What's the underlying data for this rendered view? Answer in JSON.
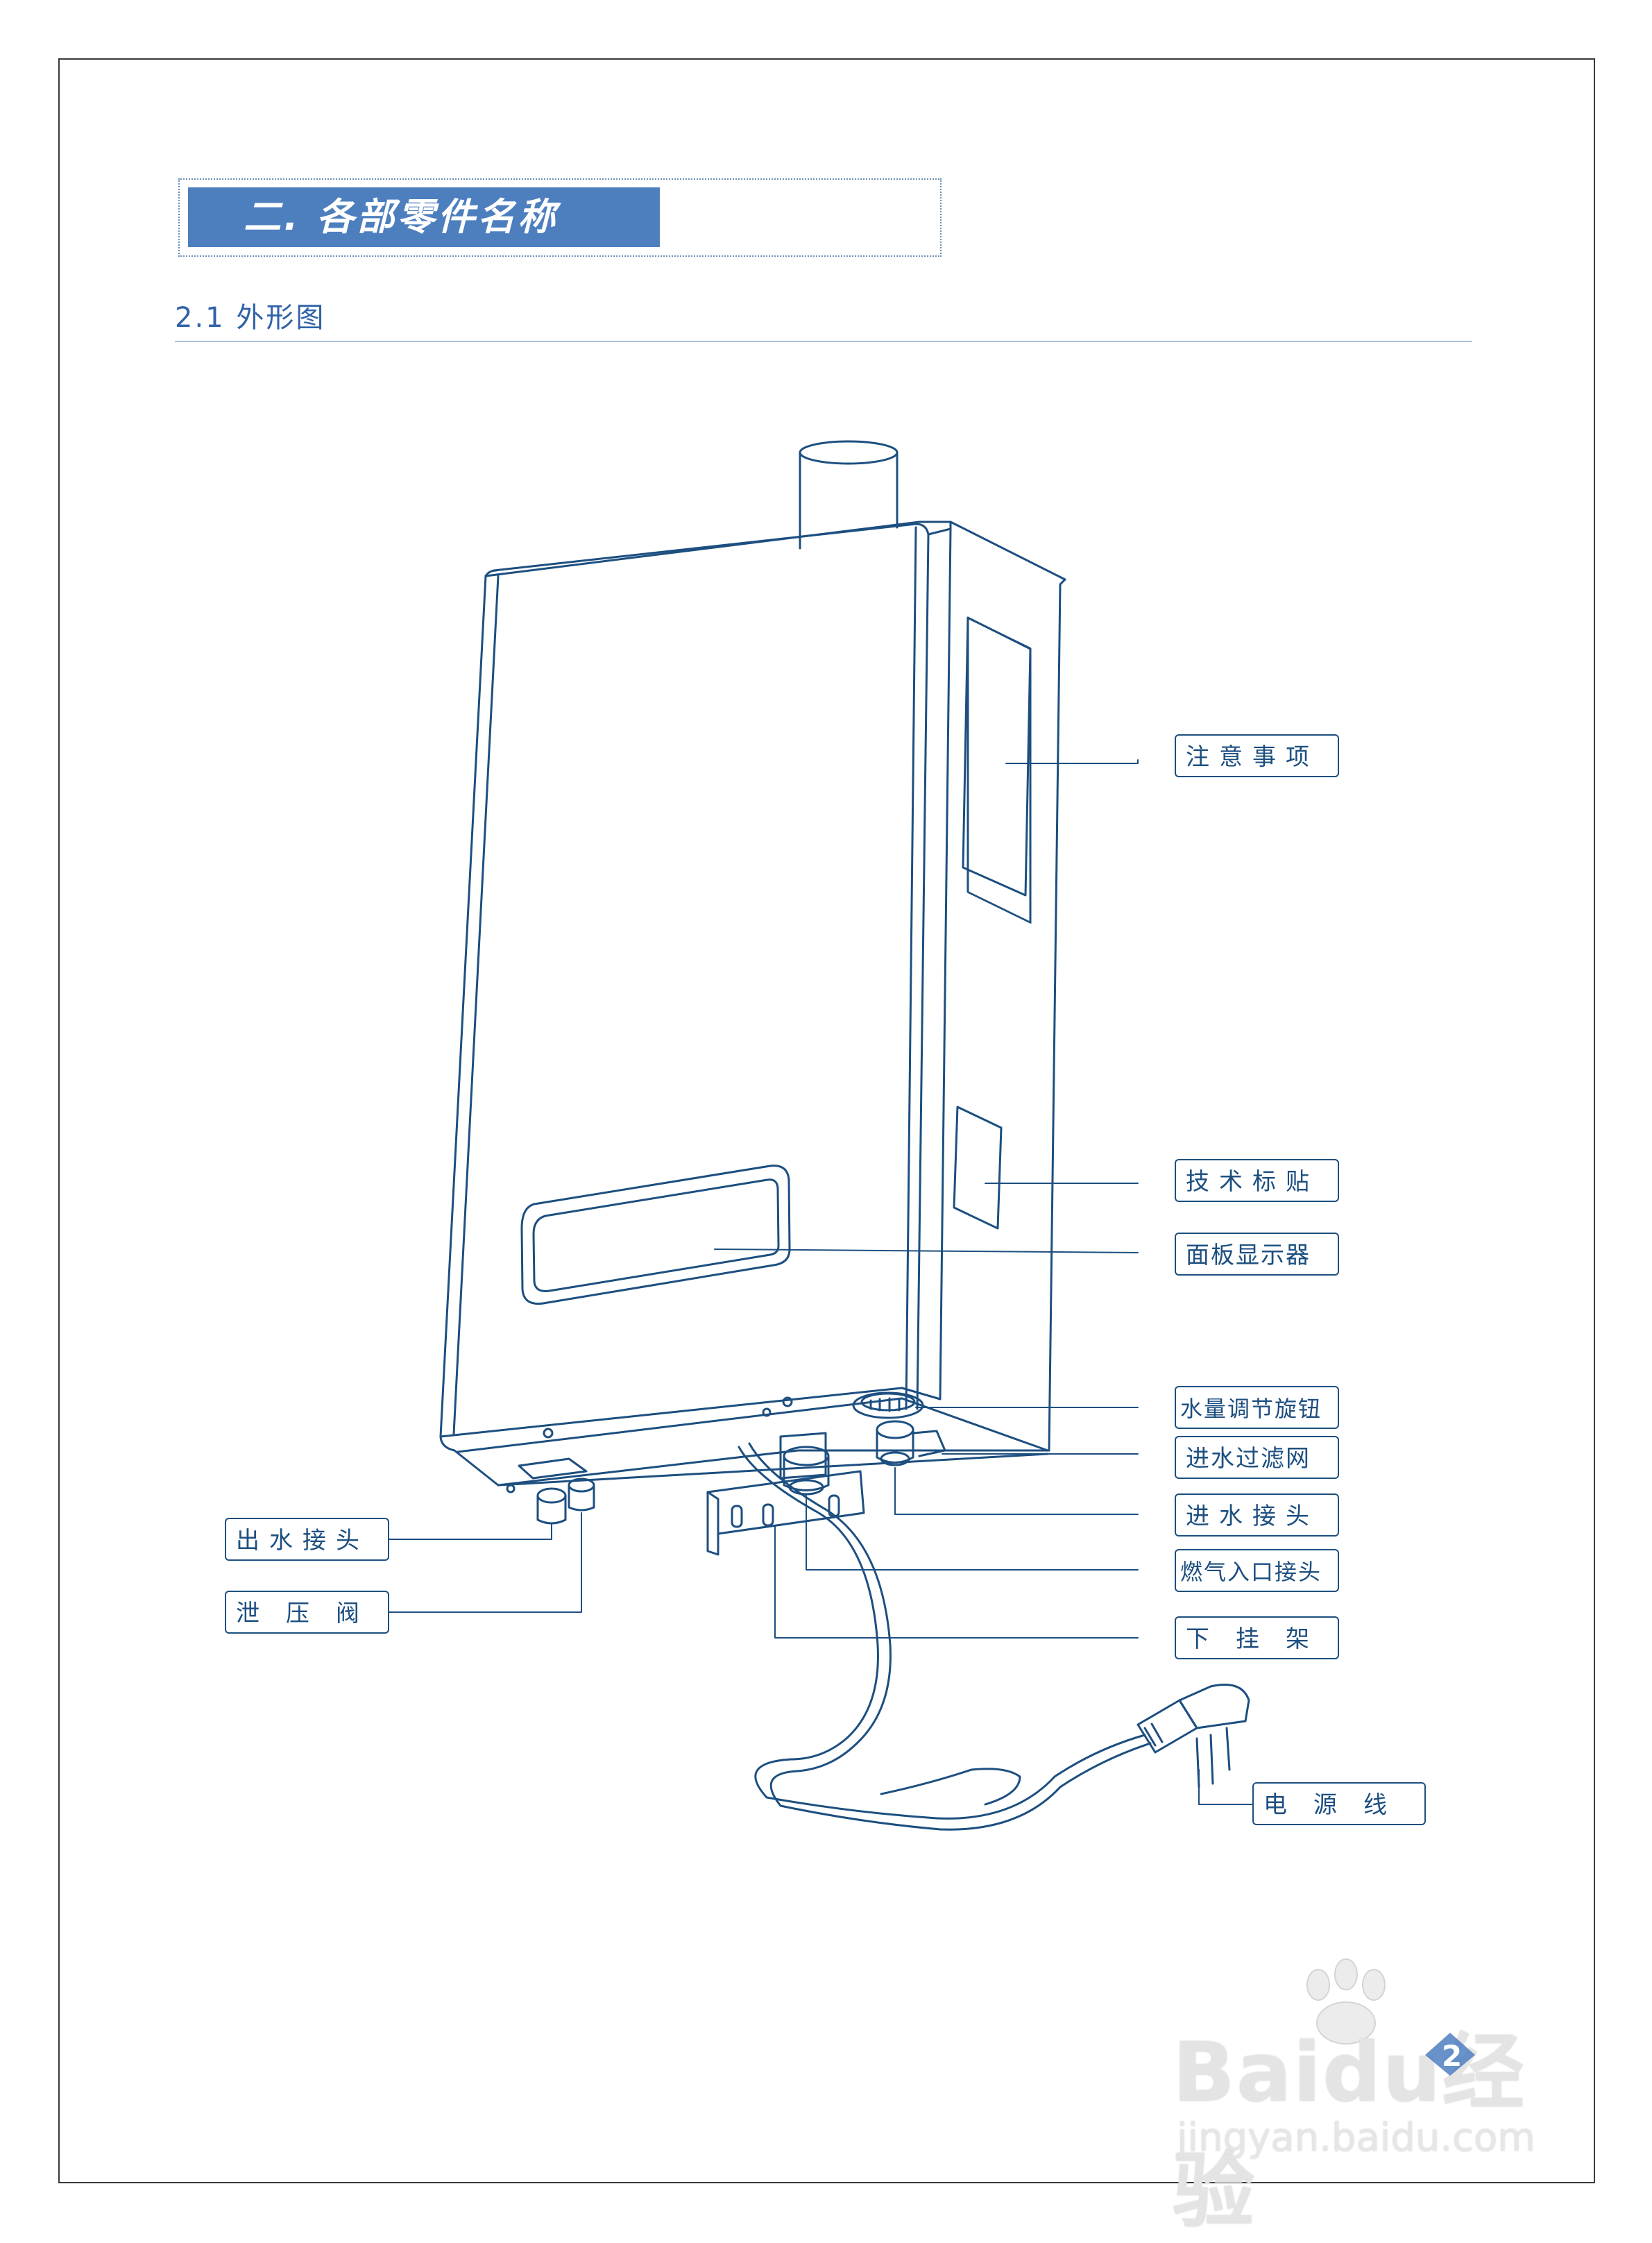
{
  "heading": {
    "title": "二. 各部零件名称"
  },
  "section": {
    "title": "2.1 外形图"
  },
  "labels": {
    "notice": "注意事项",
    "tech_label": "技术标贴",
    "panel_display": "面板显示器",
    "water_knob": "水量调节旋钮",
    "inlet_filter": "进水过滤网",
    "water_inlet": "进水接头",
    "gas_inlet": "燃气入口接头",
    "lower_bracket": "下　挂　架",
    "power_cord": "电　源　线",
    "water_outlet": "出水接头",
    "relief_valve": "泄　压　阀"
  },
  "watermark": {
    "brand": "Baidu经验",
    "url": "jingyan.baidu.com"
  },
  "page": {
    "number": "2"
  },
  "colors": {
    "heading_bg": "#4d7fbf",
    "line_art": "#1d4f80",
    "section_text": "#2f62a8"
  }
}
